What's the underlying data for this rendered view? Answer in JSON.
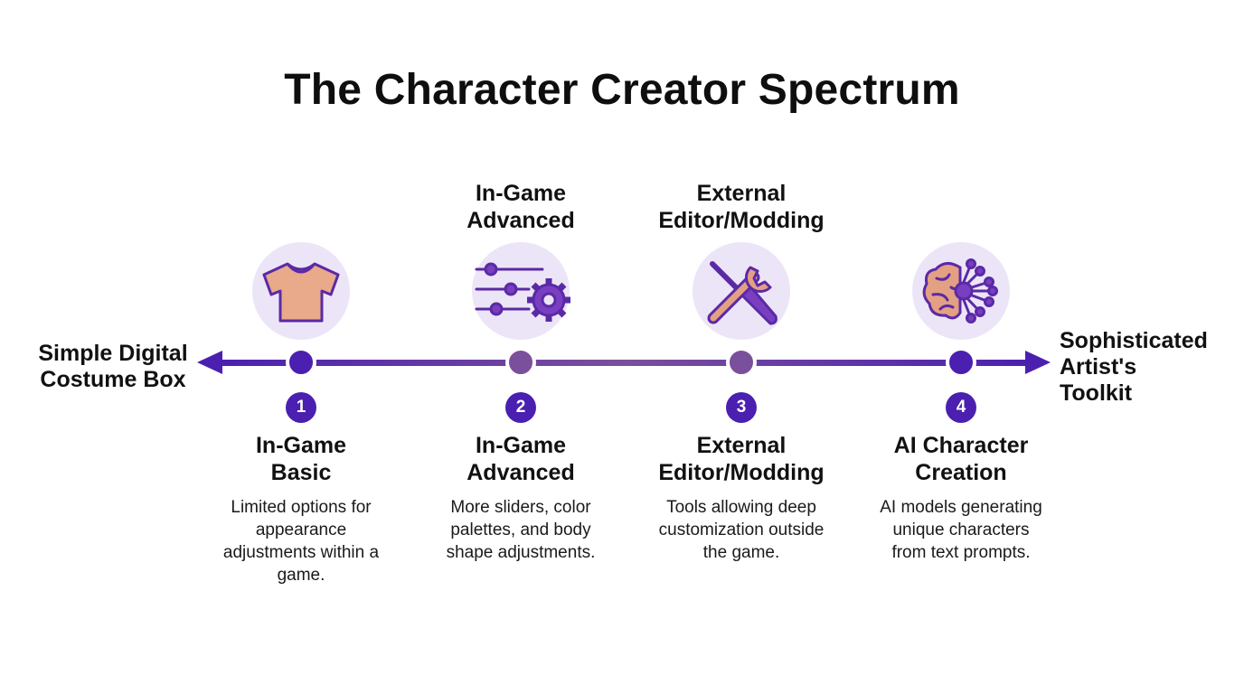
{
  "title": "The Character Creator Spectrum",
  "spectrum": {
    "left_label": "Simple Digital\nCostume Box",
    "right_label": "Sophisticated\nArtist's\nToolkit"
  },
  "colors": {
    "accent": "#4b1fb0",
    "line_mid": "#7a4f9c",
    "icon_bg": "#ece5f7",
    "icon_stroke": "#5a2aa6",
    "shirt_fill": "#e9a98b",
    "tool_fill": "#e3a083"
  },
  "stages": [
    {
      "number": "1",
      "upper_label": "",
      "title": "In-Game\nBasic",
      "description": "Limited options for\nappearance\nadjustments within a\ngame.",
      "icon": "t-shirt-icon"
    },
    {
      "number": "2",
      "upper_label": "In-Game\nAdvanced",
      "title": "In-Game\nAdvanced",
      "description": "More sliders, color\npalettes, and body\nshape adjustments.",
      "icon": "sliders-gear-icon"
    },
    {
      "number": "3",
      "upper_label": "External\nEditor/Modding",
      "title": "External\nEditor/Modding",
      "description": "Tools allowing deep\ncustomization outside\nthe game.",
      "icon": "wrench-screwdriver-icon"
    },
    {
      "number": "4",
      "upper_label": "",
      "title": "AI Character\nCreation",
      "description": "AI models generating\nunique characters\nfrom text prompts.",
      "icon": "brain-network-icon"
    }
  ]
}
